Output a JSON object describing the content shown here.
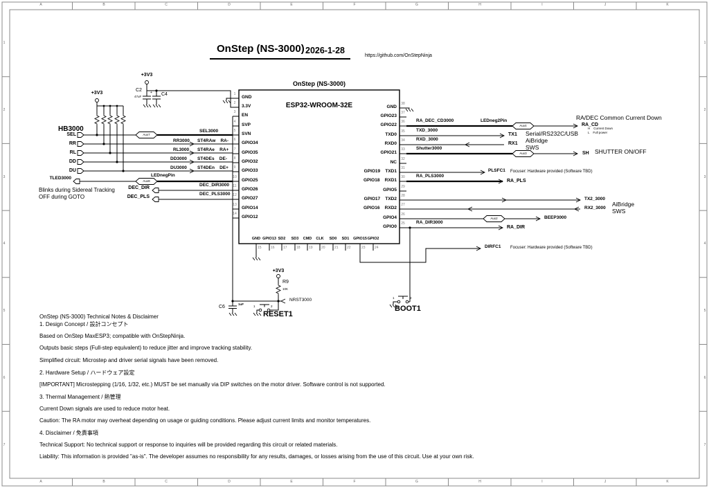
{
  "sheet": {
    "columns": [
      "A",
      "B",
      "C",
      "D",
      "E",
      "F",
      "G",
      "H",
      "I",
      "J",
      "K"
    ],
    "rows": [
      "1",
      "2",
      "3",
      "4",
      "5",
      "6",
      "7"
    ]
  },
  "title": {
    "name": "OnStep (NS-3000)",
    "date": "2026-1-28",
    "url": "https://github.com/OnStepNinja"
  },
  "chip": {
    "heading": "OnStep (NS-3000)",
    "part": "ESP32-WROOM-32E",
    "left_pins": [
      {
        "num": "1",
        "name": "GND"
      },
      {
        "num": "2",
        "name": "3.3V"
      },
      {
        "num": "3",
        "name": "EN"
      },
      {
        "num": "4",
        "name": "SVP"
      },
      {
        "num": "5",
        "name": "SVN"
      },
      {
        "num": "6",
        "name": "GPIO34"
      },
      {
        "num": "7",
        "name": "GPIO35"
      },
      {
        "num": "8",
        "name": "GPIO32"
      },
      {
        "num": "9",
        "name": "GPIO33"
      },
      {
        "num": "10",
        "name": "GPIO25"
      },
      {
        "num": "11",
        "name": "GPIO26"
      },
      {
        "num": "12",
        "name": "GPIO27"
      },
      {
        "num": "13",
        "name": "GPIO14"
      },
      {
        "num": "14",
        "name": "GPIO12"
      }
    ],
    "right_pins": [
      {
        "num": "38",
        "name": "GND"
      },
      {
        "num": "37",
        "name": "GPIO23"
      },
      {
        "num": "36",
        "name": "GPIO22"
      },
      {
        "num": "35",
        "name": "TXD0"
      },
      {
        "num": "34",
        "name": "RXD0"
      },
      {
        "num": "33",
        "name": "GPIO21"
      },
      {
        "num": "32",
        "name": "NC"
      },
      {
        "num": "31",
        "name": "GPIO19    TXD1"
      },
      {
        "num": "30",
        "name": "GPIO18    RXD1"
      },
      {
        "num": "29",
        "name": "GPIO5"
      },
      {
        "num": "28",
        "name": "GPIO17    TXD2"
      },
      {
        "num": "27",
        "name": "GPIO16    RXD2"
      },
      {
        "num": "26",
        "name": "GPIO4"
      },
      {
        "num": "25",
        "name": "GPIO0"
      }
    ],
    "bottom_pins": [
      {
        "num": "15",
        "name": "GND"
      },
      {
        "num": "16",
        "name": "GPIO13"
      },
      {
        "num": "17",
        "name": "SD2"
      },
      {
        "num": "18",
        "name": "SD3"
      },
      {
        "num": "19",
        "name": "CMD"
      },
      {
        "num": "20",
        "name": "CLK"
      },
      {
        "num": "21",
        "name": "SD0"
      },
      {
        "num": "22",
        "name": "SD1"
      },
      {
        "num": "23",
        "name": "GPIO15"
      },
      {
        "num": "24",
        "name": "GPIO2"
      }
    ]
  },
  "left": {
    "hb_label": "HB3000",
    "conn": [
      "SEL",
      "RR",
      "RL",
      "DD",
      "DU"
    ],
    "sel3000": "SEL3000",
    "rr3000": "RR3000",
    "rl3000": "RL3000",
    "dd3000": "DD3000",
    "du3000": "DU3000",
    "st4_rr": "ST4RAw    RA-",
    "st4_rl": "ST4RAe    RA+",
    "st4_dd": "ST4DEs    DE-",
    "st4_du": "ST4DEn    DE+",
    "tled": "TLED3000",
    "ledneg": "LEDnegPin",
    "dec_dir": "DEC_DIR",
    "dec_dir_net": "DEC_DIR3000",
    "dec_pls": "DEC_PLS",
    "dec_pls_net": "DEC_PLS3000",
    "blink1": "Blinks during Sidereal Tracking",
    "blink2": "OFF during GOTO"
  },
  "power": {
    "v33": "+3V3",
    "c2": "C2",
    "c2_val": "47uF",
    "c2_plus": "+",
    "c4": "C4",
    "c6": "C6",
    "c6_val": "1uF",
    "r9": "R9",
    "r9_val": "10K",
    "nrst": "NRST3000",
    "reset_btn": "RESET1",
    "boot_btn": "BOOT1",
    "pin1": "1",
    "pin2": "2"
  },
  "tags": {
    "sel": "Aux7",
    "ledneg": "Aux8",
    "ra_cd": "Aux4",
    "sh": "Aux3",
    "beep": "Aux2"
  },
  "right": {
    "ra_dec_cd": "RA_DEC_CD3000",
    "ledneg2": "LEDneg2Pin",
    "ra_cd_heading": "RA/DEC Common Current Down",
    "ra_cd": "RA_CD",
    "cd_h": "H    Current Down",
    "cd_l": "L    Full power",
    "txd": "TXD_3000",
    "tx1": "TX1",
    "rxd": "RXD_3000",
    "rx1": "RX1",
    "serial1": "Serial/RS232C/USB",
    "aibridge": "AiBridge",
    "sws": "SWS",
    "shutter": "Shutter3000",
    "sh": "SH",
    "shutter_text": "SHUTTER ON/OFF",
    "plsfc1": "PLSFC1",
    "focuser_note": "Focuser: Hardware provided (Software TBD)",
    "ra_pls3000": "RA_PLS3000",
    "ra_pls": "RA_PLS",
    "tx2": "TX2_3000",
    "rx2": "RX2_3000",
    "beep": "BEEP3000",
    "ra_dir3000": "RA_DIR3000",
    "ra_dir": "RA_DIR",
    "dirfc1": "DIRFC1"
  },
  "notes": [
    "OnStep (NS-3000) Technical Notes & Disclaimer",
    "1. Design Concept / 設計コンセプト",
    "Based on OnStep MaxESP3; compatible with OnStepNinja.",
    "Outputs basic steps (Full-step equivalent) to reduce jitter and improve tracking stability.",
    "Simplified circuit: Microstep and driver serial signals have been removed.",
    "2. Hardware Setup / ハードウェア設定",
    "[IMPORTANT] Microstepping (1/16, 1/32, etc.) MUST be set manually via DIP switches on the motor driver. Software control is not supported.",
    "3. Thermal Management / 熱管理",
    "Current Down signals are used to reduce motor heat.",
    "Caution: The RA motor may overheat depending on usage or guiding conditions. Please adjust current limits and monitor temperatures.",
    "4. Disclaimer / 免責事項",
    "Technical Support: No technical support or response to inquiries will be provided regarding this circuit or related materials.",
    "Liability: This information is provided \"as-is\". The developer assumes no responsibility for any results, damages, or losses arising from the use of this circuit. Use at your own risk."
  ]
}
